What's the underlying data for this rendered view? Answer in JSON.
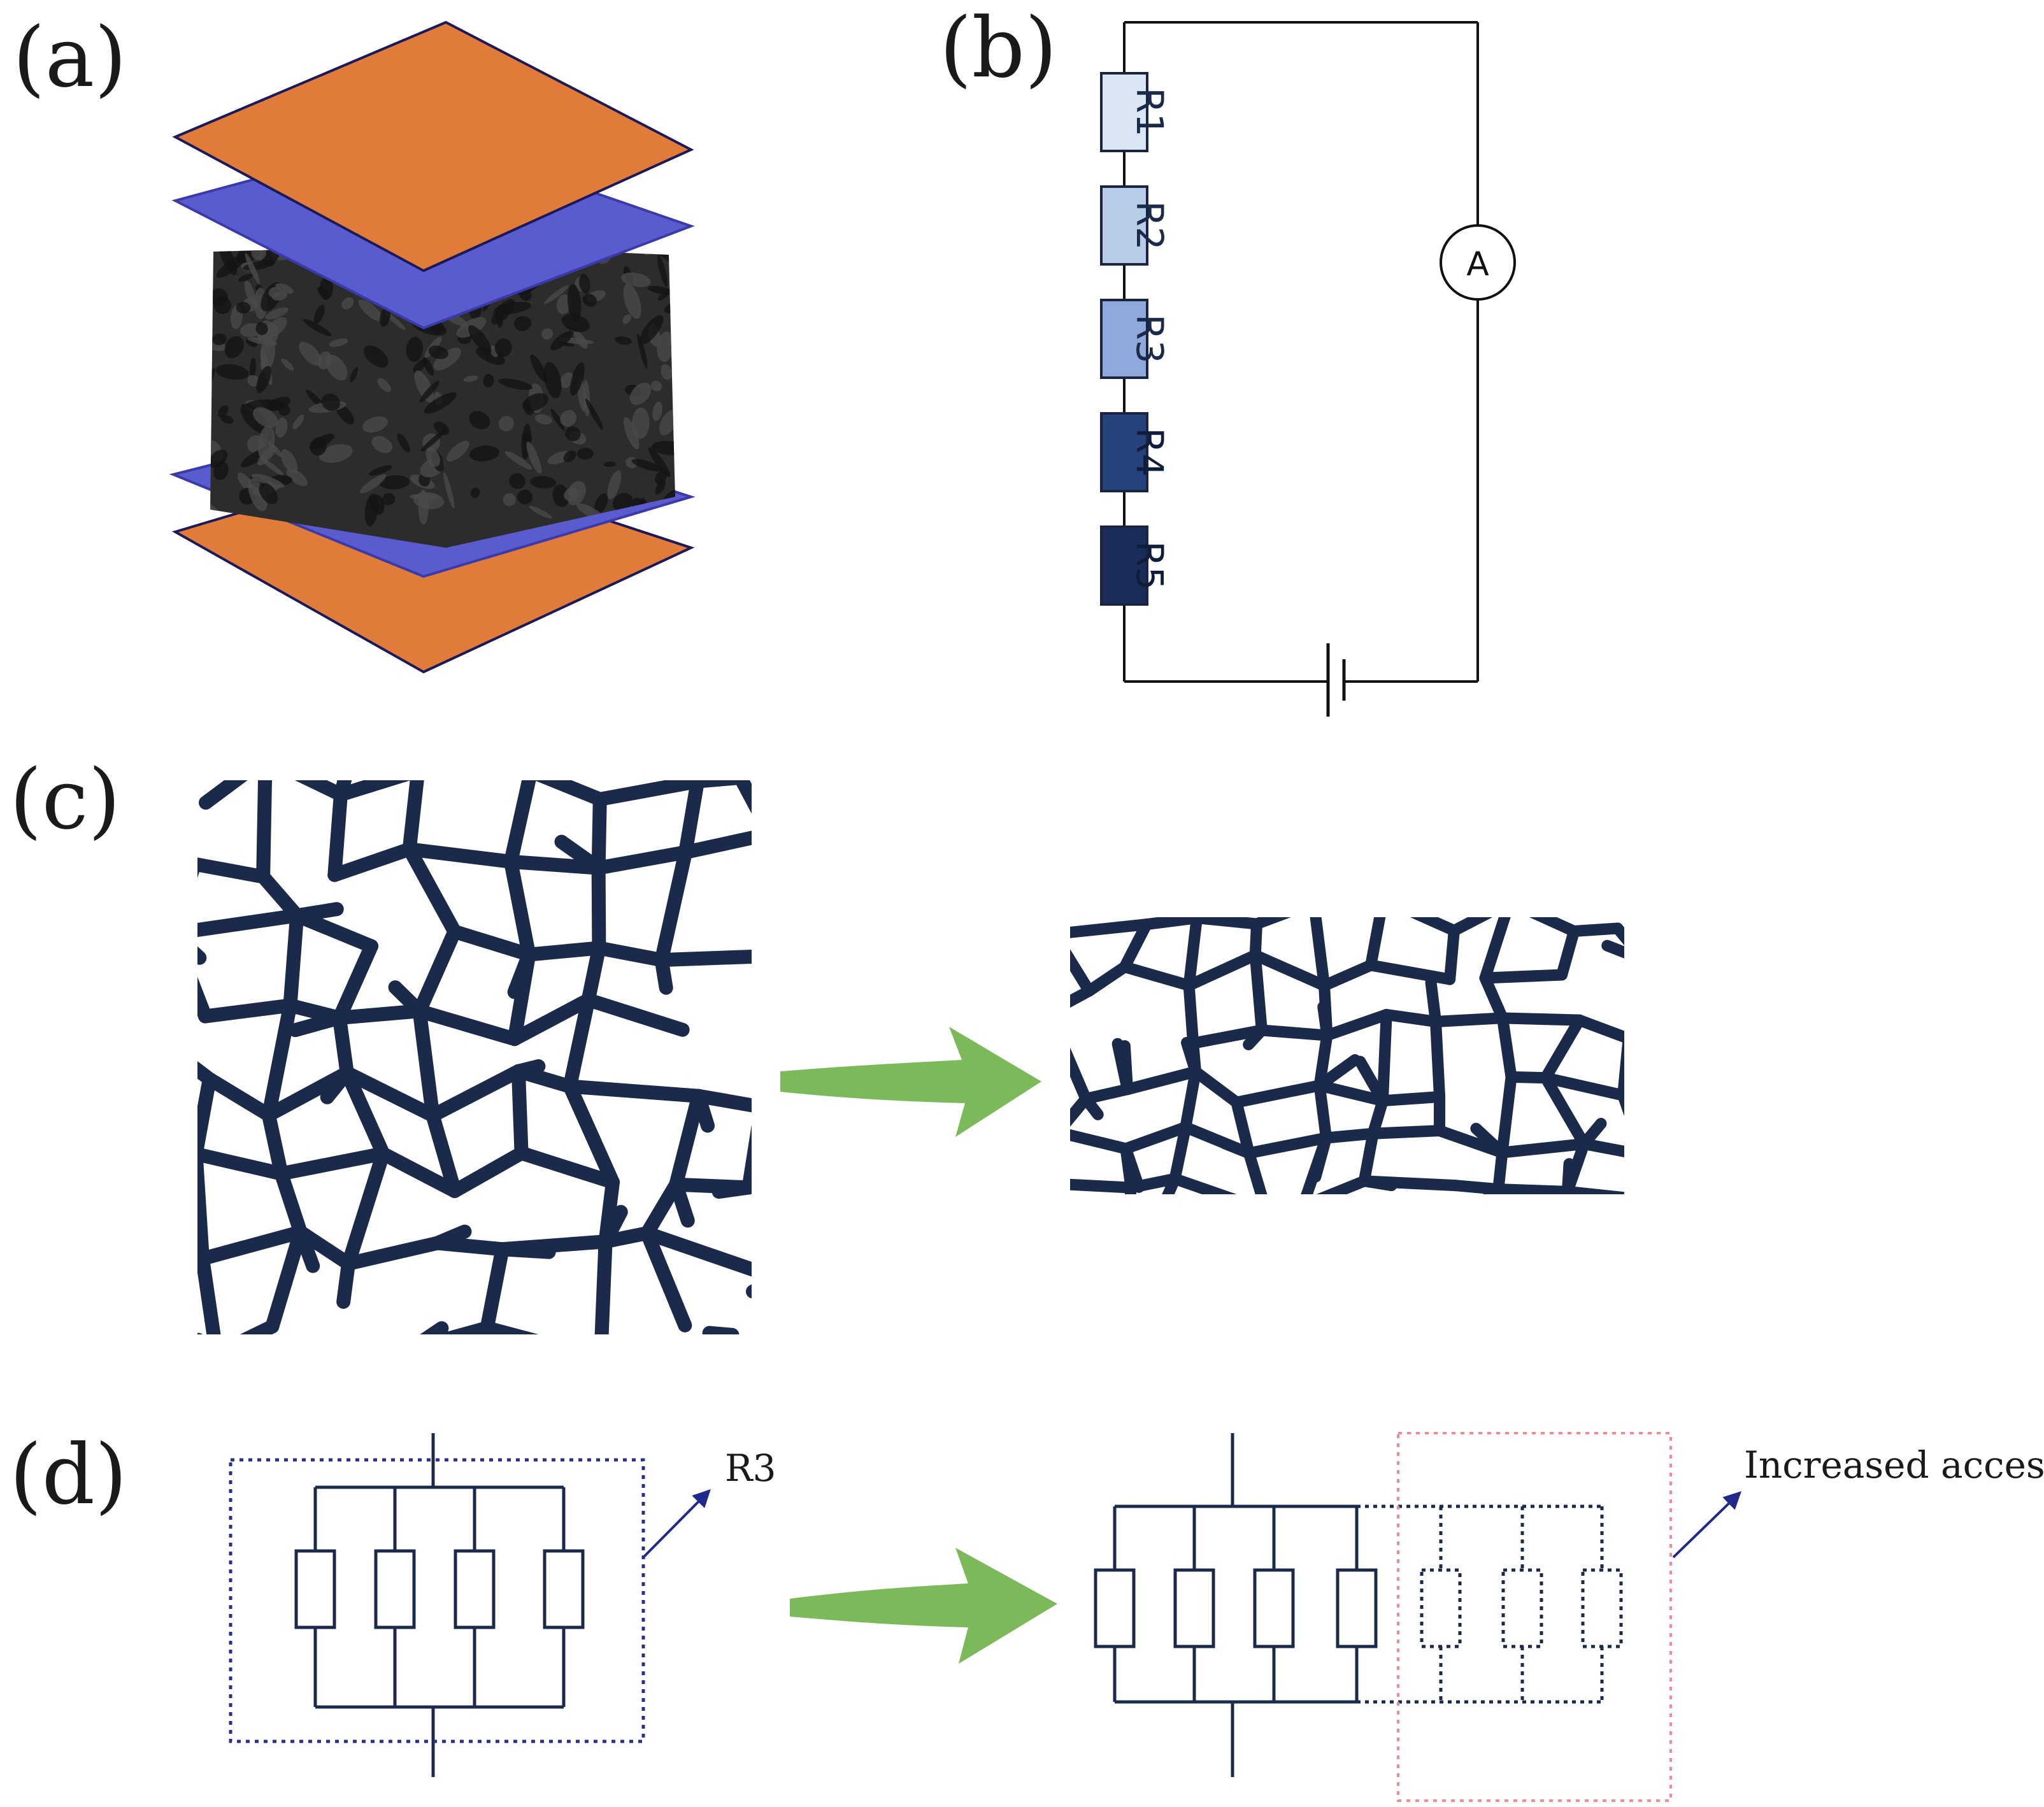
{
  "panels": {
    "a": {
      "label": "(a)"
    },
    "b": {
      "label": "(b)",
      "resistors": [
        {
          "label": "R1",
          "color": "#dbe6f5",
          "text_color": "#1b2a4a"
        },
        {
          "label": "R2",
          "color": "#b8cbe8",
          "text_color": "#1b2a4a"
        },
        {
          "label": "R3",
          "color": "#8fa9dc",
          "text_color": "#1b2a4a"
        },
        {
          "label": "R4",
          "color": "#25427d",
          "text_color": "#0f1d3a"
        },
        {
          "label": "R5",
          "color": "#1a2d5a",
          "text_color": "#0f1d3a"
        }
      ],
      "ammeter_label": "A"
    },
    "c": {
      "label": "(c)"
    },
    "d": {
      "label": "(d)",
      "left_annotation": "R3",
      "right_annotation": "Increased access"
    }
  },
  "colors": {
    "electrode": "#e07b39",
    "membrane": "#5b5bd0",
    "foam": "#2a2a2a",
    "network": "#1b2a4a",
    "arrow": "#7cb95a",
    "box_left": "#2b2f8a",
    "box_right": "#f28b95",
    "annotation_arrow": "#1f2a8c"
  }
}
